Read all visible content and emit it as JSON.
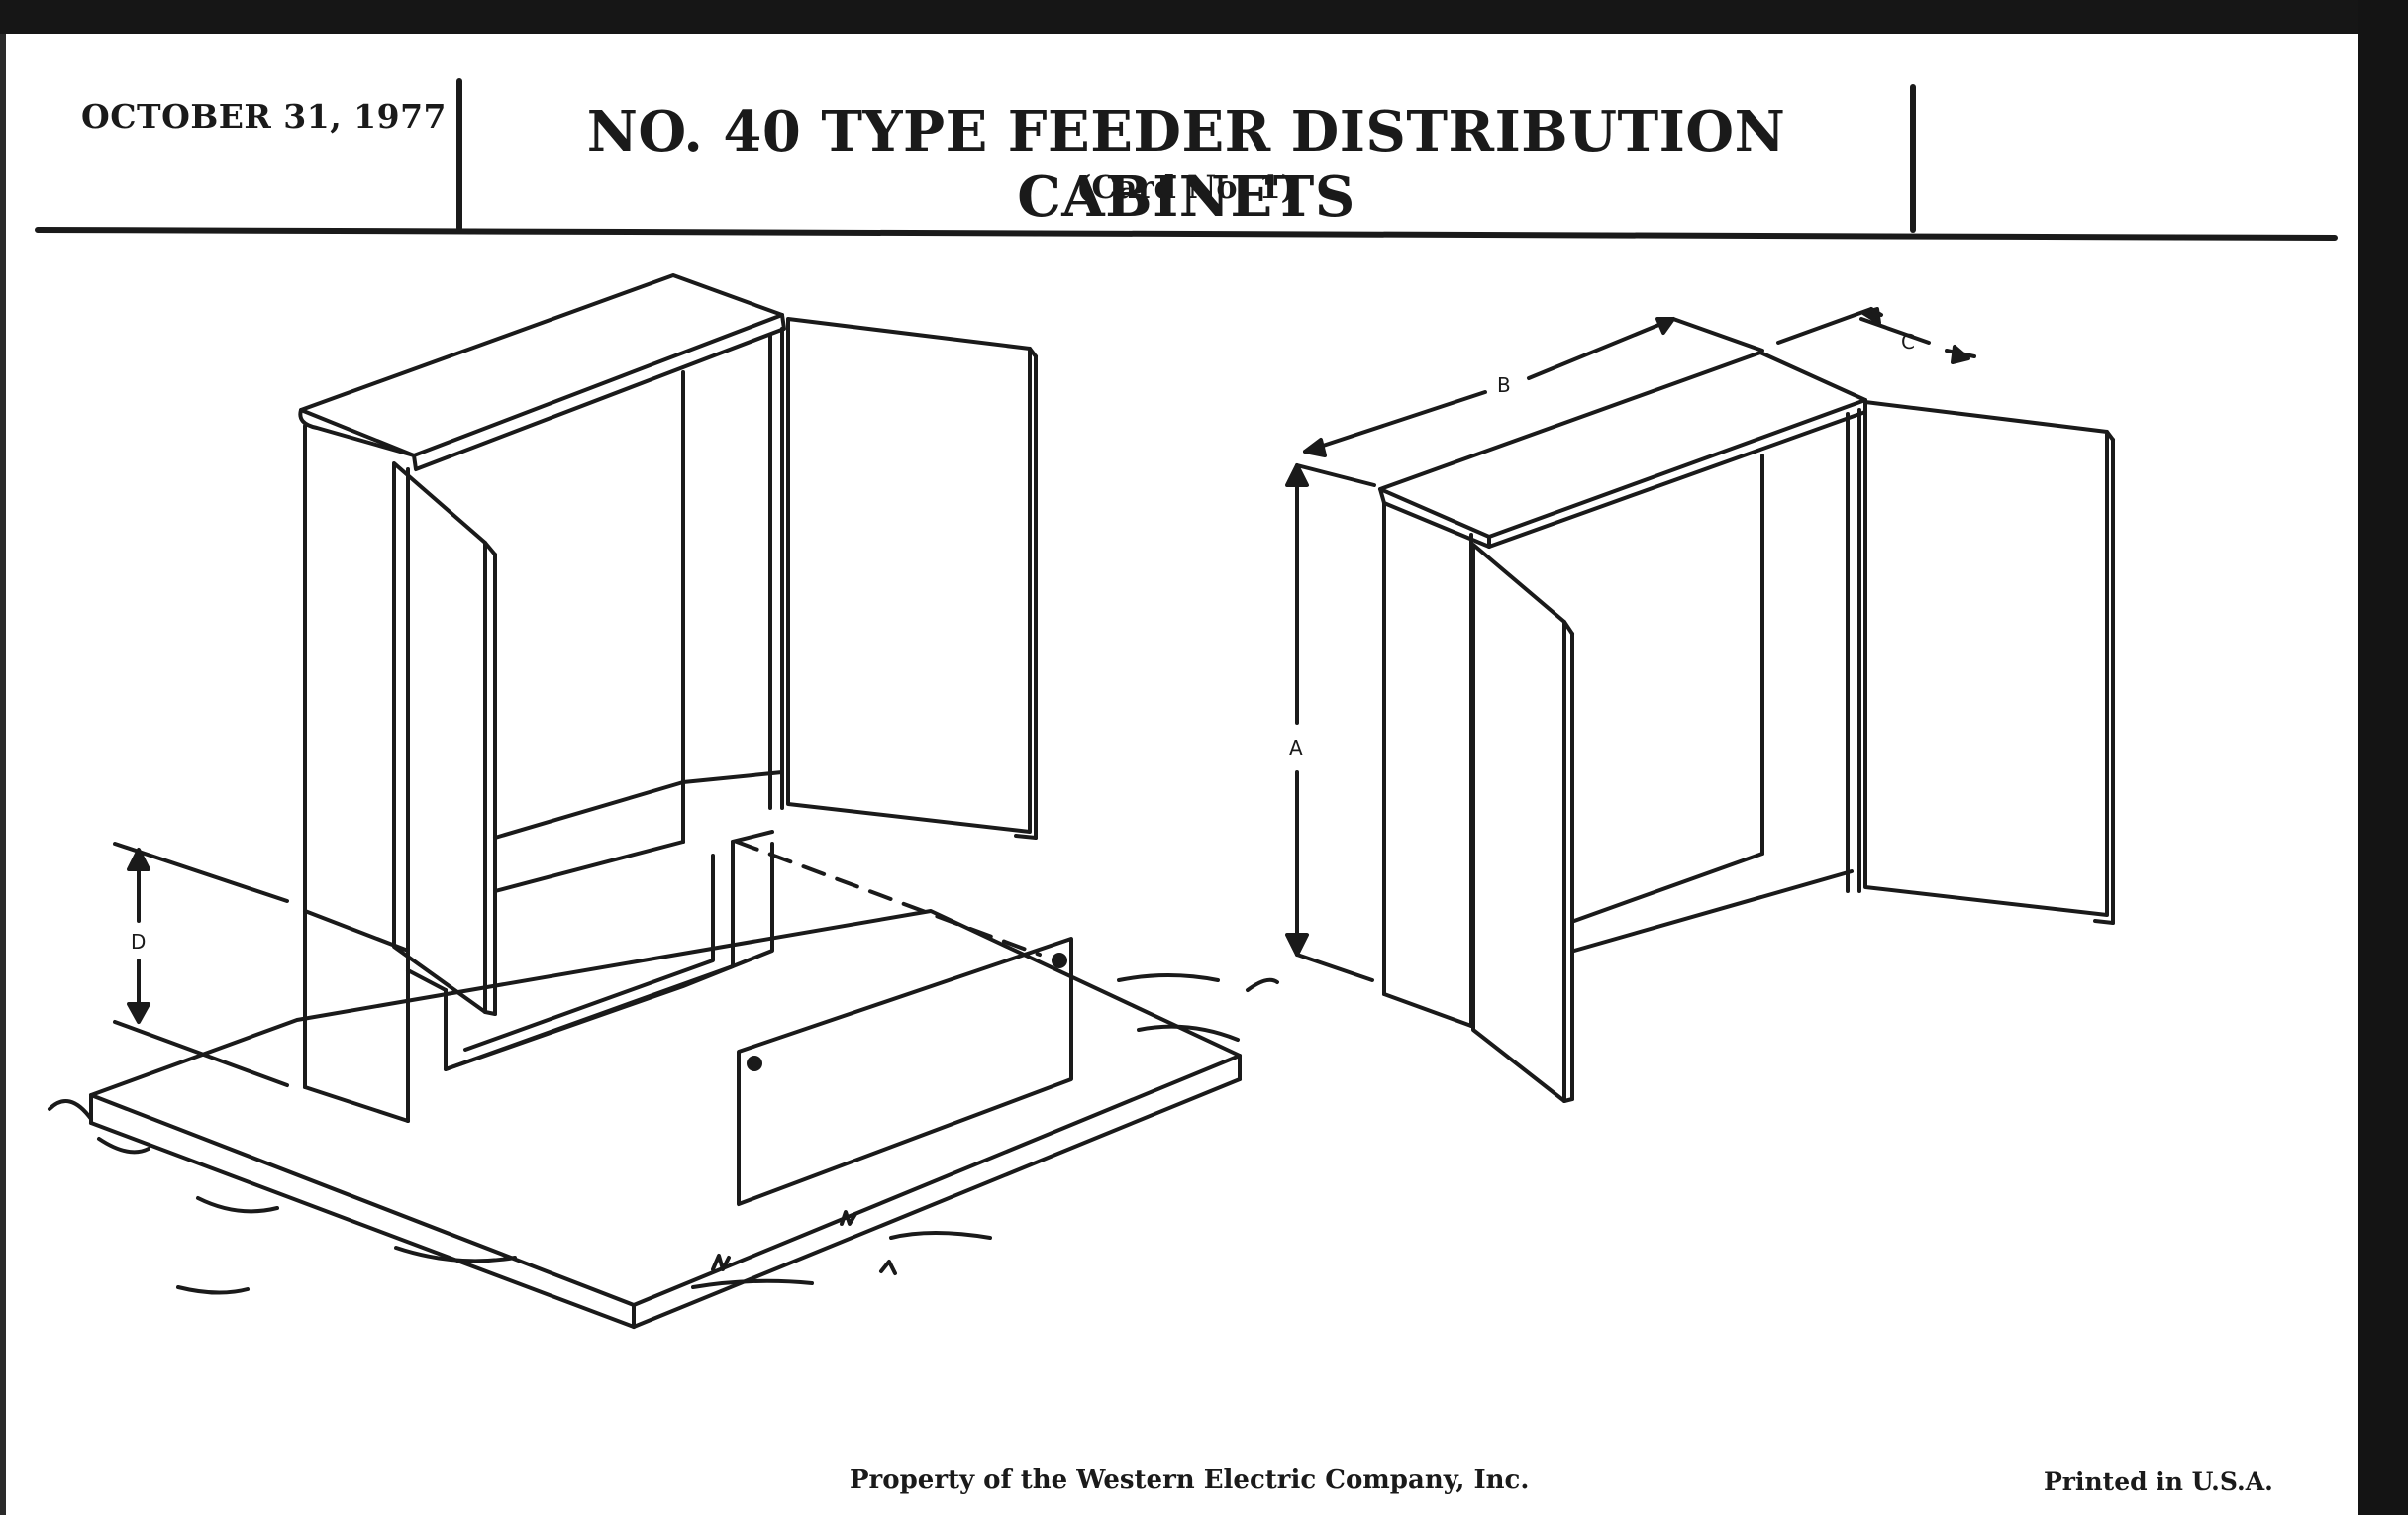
{
  "header": {
    "date": "OCTOBER 31, 1977",
    "title": "NO. 40 TYPE FEEDER DISTRIBUTION CABINETS",
    "subtitle": "(Card No. 1)"
  },
  "dimensions": {
    "a": "A",
    "b": "B",
    "c": "C",
    "d": "D"
  },
  "footer": {
    "property": "Property of the Western Electric Company, Inc.",
    "printed": "Printed in U.S.A."
  },
  "colors": {
    "paper": "#ffffff",
    "ink": "#1a1a1a",
    "background": "#1b1b1b"
  }
}
